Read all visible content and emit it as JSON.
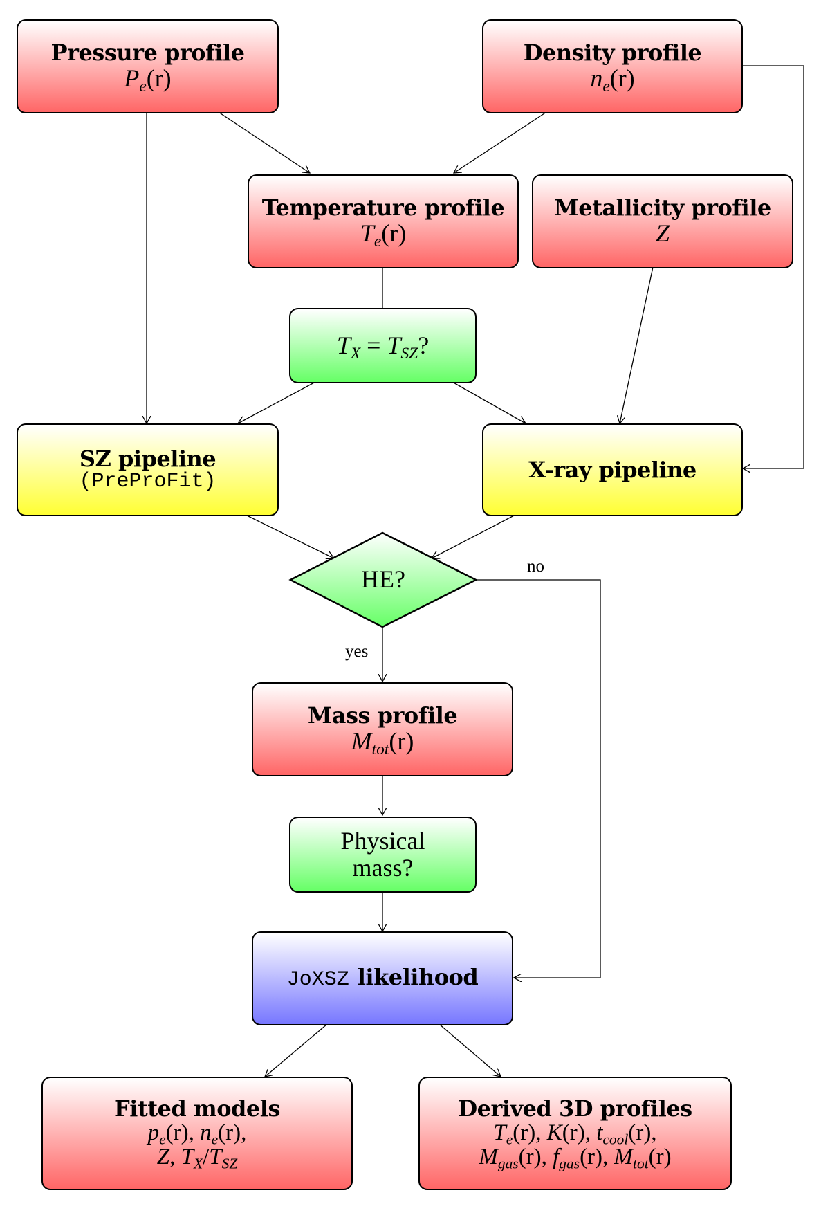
{
  "colors": {
    "input_profile": "#ff6666",
    "decision": "#66ff66",
    "pipeline": "#ffff33",
    "likelihood": "#7777ff",
    "edge": "#000000"
  },
  "nodes": {
    "pressure": {
      "title": "Pressure profile",
      "sym": "P",
      "sub": "e",
      "arg": "(r)"
    },
    "density": {
      "title": "Density profile",
      "sym": "n",
      "sub": "e",
      "arg": "(r)"
    },
    "temperature": {
      "title": "Temperature profile",
      "sym": "T",
      "sub": "e",
      "arg": "(r)"
    },
    "metallicity": {
      "title": "Metallicity profile",
      "sym": "Z"
    },
    "tx_tsz_check": {
      "lhs": "T",
      "lhs_sub": "X",
      "eq": " = ",
      "rhs": "T",
      "rhs_sub": "SZ",
      "q": "?"
    },
    "sz_pipeline": {
      "title": "SZ pipeline",
      "code": "(PreProFit)"
    },
    "xray_pipeline": {
      "title": "X-ray pipeline"
    },
    "he_check": {
      "text": "HE?"
    },
    "mass_profile": {
      "title": "Mass profile",
      "sym": "M",
      "sub": "tot",
      "arg": "(r)"
    },
    "physical_mass": {
      "line1": "Physical",
      "line2": "mass?"
    },
    "likelihood": {
      "code": "JoXSZ",
      "title": "likelihood"
    },
    "fitted_models": {
      "title": "Fitted models",
      "line1": {
        "a": "p",
        "a_sub": "e",
        "a_arg": "(r), ",
        "b": "n",
        "b_sub": "e",
        "b_arg": "(r),"
      },
      "line2": {
        "a": "Z",
        "sep": ", ",
        "b": "T",
        "b_sub": "X",
        "slash": "/",
        "c": "T",
        "c_sub": "SZ"
      }
    },
    "derived_profiles": {
      "title": "Derived 3D profiles",
      "line1": {
        "a": "T",
        "a_sub": "e",
        "a_arg": "(r), ",
        "b": "K",
        "b_arg": "(r), ",
        "c": "t",
        "c_sub": "cool",
        "c_arg": "(r),"
      },
      "line2": {
        "a": "M",
        "a_sub": "gas",
        "a_arg": "(r), ",
        "b": "f",
        "b_sub": "gas",
        "b_arg": "(r), ",
        "c": "M",
        "c_sub": "tot",
        "c_arg": "(r)"
      }
    }
  },
  "edge_labels": {
    "no": "no",
    "yes": "yes"
  },
  "edges": [
    {
      "from": "pressure",
      "to": "temperature"
    },
    {
      "from": "density",
      "to": "temperature"
    },
    {
      "from": "pressure",
      "to": "sz_pipeline"
    },
    {
      "from": "density",
      "to": "xray_pipeline"
    },
    {
      "from": "temperature",
      "to": "tx_tsz_check"
    },
    {
      "from": "tx_tsz_check",
      "to": "sz_pipeline"
    },
    {
      "from": "tx_tsz_check",
      "to": "xray_pipeline"
    },
    {
      "from": "metallicity",
      "to": "xray_pipeline"
    },
    {
      "from": "sz_pipeline",
      "to": "he_check"
    },
    {
      "from": "xray_pipeline",
      "to": "he_check"
    },
    {
      "from": "he_check",
      "to": "mass_profile",
      "label": "yes"
    },
    {
      "from": "he_check",
      "to": "likelihood",
      "label": "no"
    },
    {
      "from": "mass_profile",
      "to": "physical_mass"
    },
    {
      "from": "physical_mass",
      "to": "likelihood"
    },
    {
      "from": "likelihood",
      "to": "fitted_models"
    },
    {
      "from": "likelihood",
      "to": "derived_profiles"
    }
  ]
}
